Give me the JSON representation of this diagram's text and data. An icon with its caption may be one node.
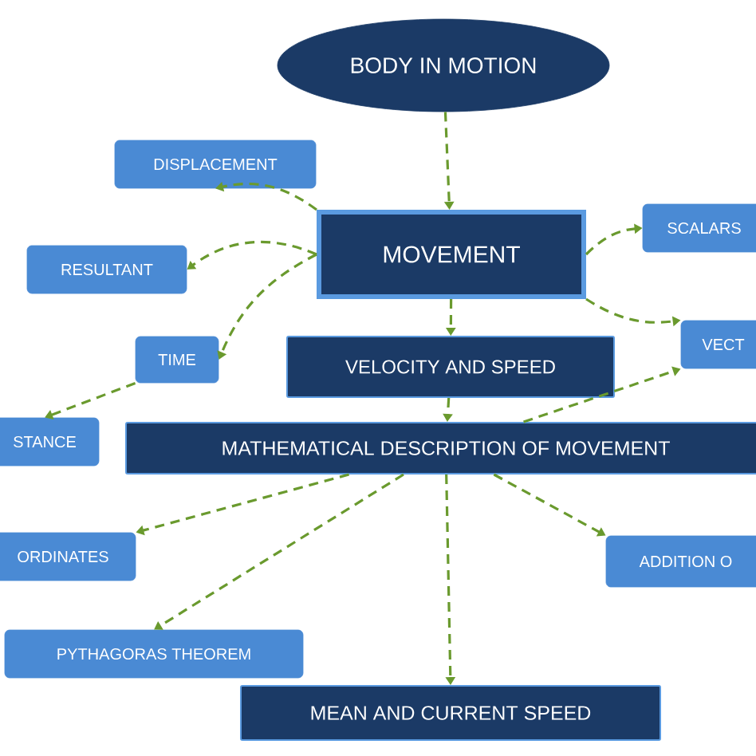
{
  "diagram": {
    "nodes": [
      {
        "text": [
          "BODY IN MOTION"
        ]
      },
      {
        "text": [
          "MOVEMENT"
        ]
      },
      {
        "text": [
          "DISPLACEMENT"
        ]
      },
      {
        "text": [
          "SCALARS"
        ]
      },
      {
        "text": [
          "RESULTANT"
        ]
      },
      {
        "text": [
          "TIME"
        ]
      },
      {
        "text": [
          "VECT"
        ]
      },
      {
        "text": [
          "VELOCITY AND SPEED"
        ]
      },
      {
        "text": [
          "STANCE"
        ]
      },
      {
        "text": [
          "MATHEMATICAL DESCRIPTION OF MOVEMENT"
        ]
      },
      {
        "text": [
          "ORDINATES"
        ]
      },
      {
        "text": [
          "ADDITION O"
        ]
      },
      {
        "text": [
          "PYTHAGORAS THEOREM"
        ]
      },
      {
        "text": [
          "MEAN AND CURRENT SPEED"
        ]
      }
    ],
    "edges": [
      {
        "from": 0,
        "to": 1,
        "arrow": "to"
      },
      {
        "from": 1,
        "to": 2,
        "arrow": "to"
      },
      {
        "from": 1,
        "to": 3,
        "arrow": "to"
      },
      {
        "from": 1,
        "to": 4,
        "arrow": "to"
      },
      {
        "from": 1,
        "to": 5,
        "arrow": "to"
      },
      {
        "from": 1,
        "to": 6,
        "arrow": "to"
      },
      {
        "from": 1,
        "to": 7,
        "arrow": "to"
      },
      {
        "from": 5,
        "to": 8,
        "arrow": "to"
      },
      {
        "from": 7,
        "to": 9,
        "arrow": "to"
      },
      {
        "from": 9,
        "to": 6,
        "arrow": "to"
      },
      {
        "from": 9,
        "to": 10,
        "arrow": "to"
      },
      {
        "from": 9,
        "to": 12,
        "arrow": "to"
      },
      {
        "from": 9,
        "to": 13,
        "arrow": "to"
      },
      {
        "from": 9,
        "to": 11,
        "arrow": "to"
      }
    ]
  }
}
